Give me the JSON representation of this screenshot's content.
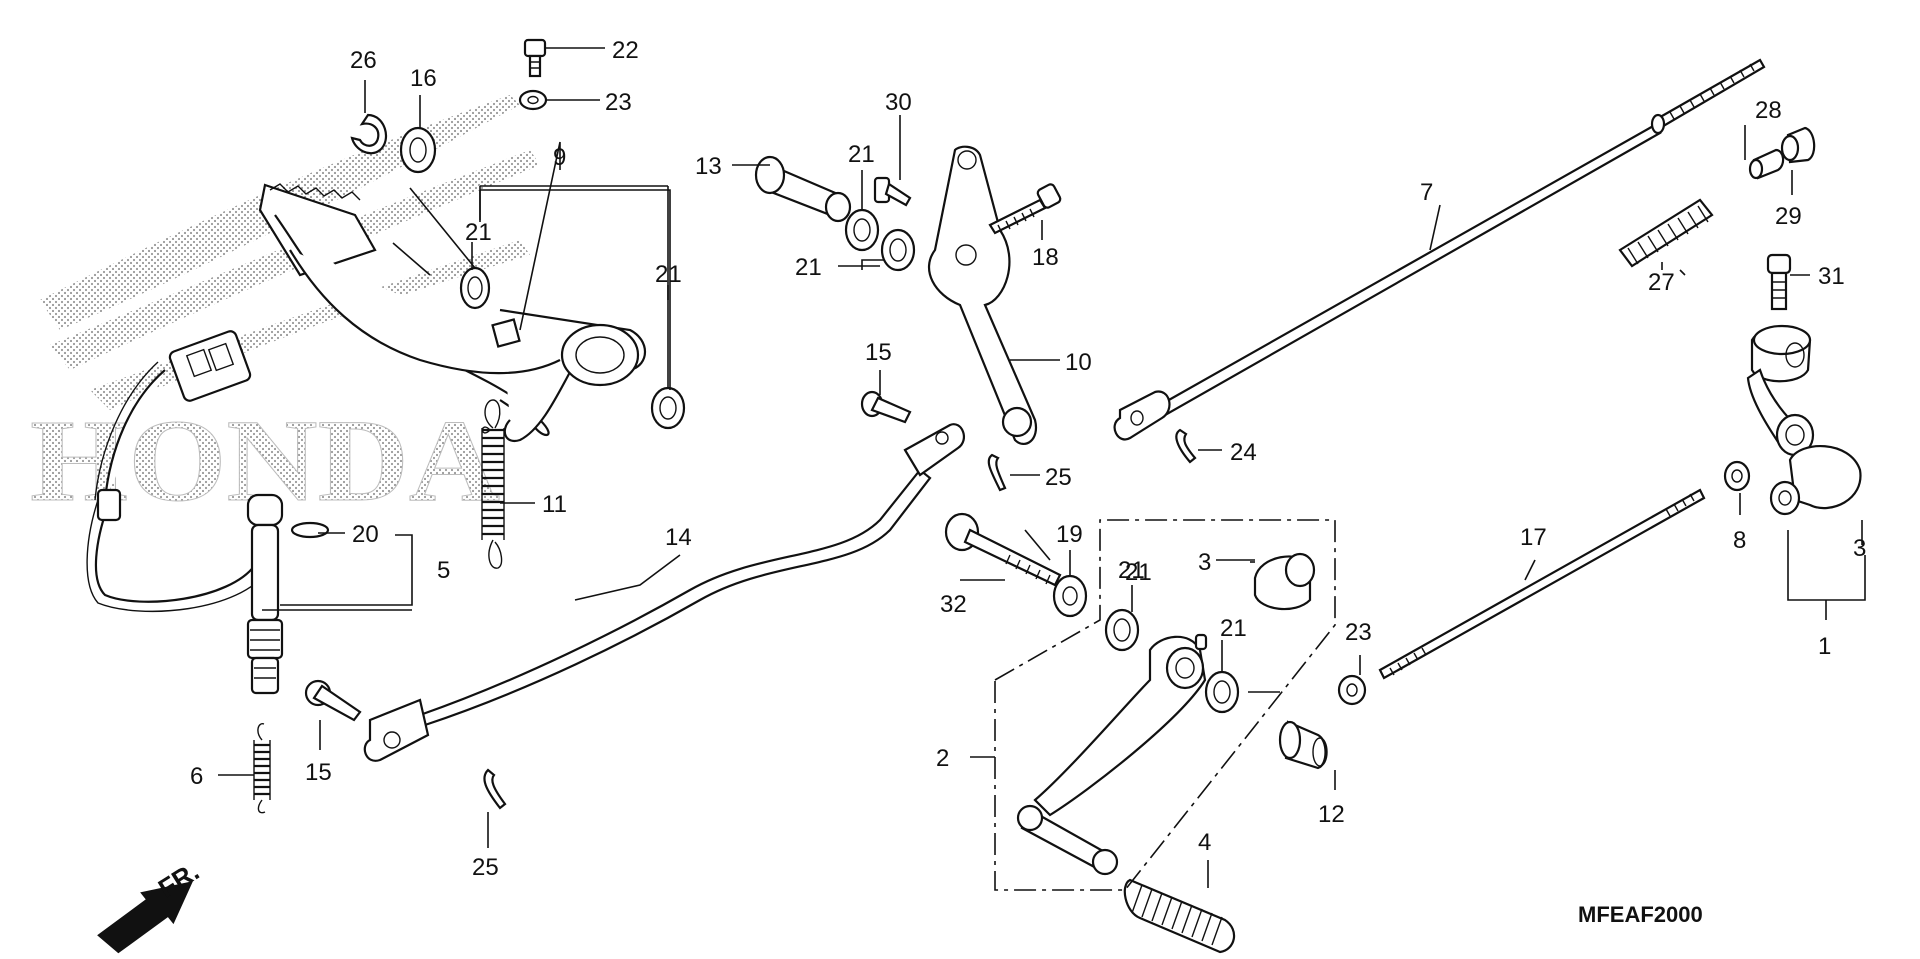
{
  "watermark": {
    "brand_text": "HONDA"
  },
  "diagram_code": "MFEAF2000",
  "direction_indicator": {
    "label": "FR."
  },
  "callouts": [
    "22",
    "23",
    "26",
    "16",
    "9",
    "21",
    "21",
    "21",
    "13",
    "21",
    "30",
    "21",
    "18",
    "10",
    "15",
    "25",
    "14",
    "11",
    "20",
    "5",
    "6",
    "15",
    "25",
    "7",
    "28",
    "29",
    "27",
    "31",
    "24",
    "17",
    "8",
    "3",
    "19",
    "21",
    "32",
    "3",
    "21",
    "23",
    "2",
    "12",
    "4",
    "1"
  ]
}
